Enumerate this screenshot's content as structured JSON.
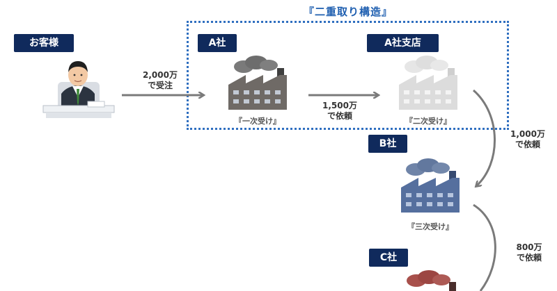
{
  "title": "『二重取り構造』",
  "nodes": {
    "customer": {
      "label": "お客様"
    },
    "a": {
      "label": "A社",
      "caption": "『一次受け』"
    },
    "a_branch": {
      "label": "A社支店",
      "caption": "『二次受け』"
    },
    "b": {
      "label": "B社",
      "caption": "『三次受け』"
    },
    "c": {
      "label": "C社"
    }
  },
  "flows": {
    "f1": {
      "amount": "2,000万",
      "note": "で受注"
    },
    "f2": {
      "amount": "1,500万",
      "note": "で依頼"
    },
    "f3": {
      "amount": "1,000万",
      "note": "で依頼"
    },
    "f4": {
      "amount": "800万",
      "note": "で依頼"
    }
  },
  "colors": {
    "accent": "#102a5c",
    "title": "#1f5fb0",
    "factory_a": "#6f6a66",
    "factory_branch": "#dcdcdc",
    "factory_b": "#556f9e",
    "arrow": "#7a7a7a"
  }
}
